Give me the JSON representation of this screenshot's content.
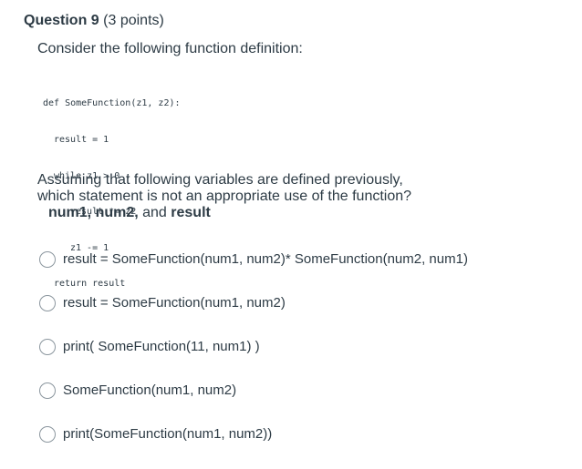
{
  "question": {
    "title": "Question 9",
    "points": "(3 points)",
    "prompt": "Consider the following function definition:",
    "code_lines": [
      "def SomeFunction(z1, z2):",
      "result = 1",
      "while z1 > 0 :",
      "result *= z2",
      "z1 -= 1",
      "return result"
    ],
    "text_line1": "Assuming that following variables are defined previously,",
    "text_line2": "which statement is not an appropriate use of the function?",
    "vars_part1": "num1, num2,",
    "vars_and": " and ",
    "vars_part2": "result"
  },
  "options": [
    "result = SomeFunction(num1, num2)* SomeFunction(num2, num1)",
    "result = SomeFunction(num1, num2)",
    "print( SomeFunction(11, num1) )",
    "SomeFunction(num1, num2)",
    "print(SomeFunction(num1, num2))"
  ]
}
